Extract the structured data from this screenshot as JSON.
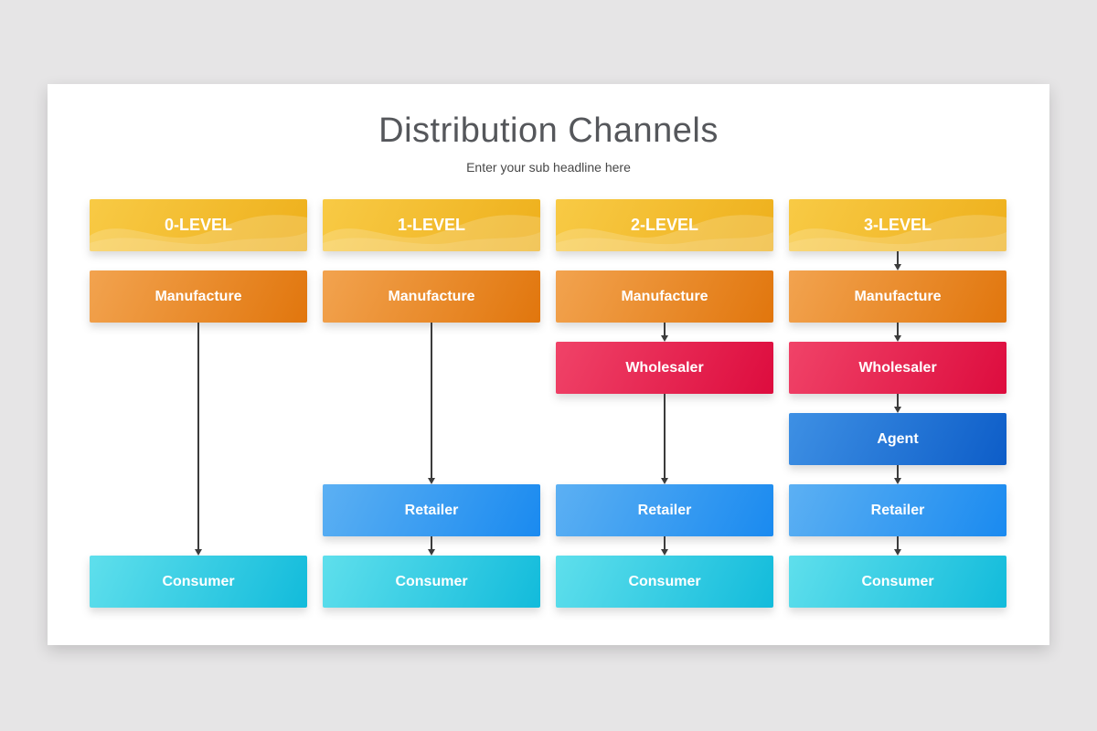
{
  "slide": {
    "title": "Distribution Channels",
    "subtitle": "Enter your sub headline here"
  },
  "colors": {
    "background": "#e6e5e6",
    "card": "#ffffff",
    "title_text": "#55575b",
    "header_yellow_start": "#f8ca45",
    "header_yellow_end": "#eeb01c",
    "manufacture_start": "#f2a34f",
    "manufacture_end": "#e1760d",
    "wholesaler_start": "#f04368",
    "wholesaler_end": "#dd0c3e",
    "agent_start": "#3e90e4",
    "agent_end": "#0d5dc8",
    "retailer_start": "#5cb0f3",
    "retailer_end": "#1a8af0",
    "consumer_start": "#5fdfec",
    "consumer_end": "#12bbdb",
    "arrow": "#3c3c3c",
    "box_text": "#ffffff"
  },
  "columns": [
    {
      "header": "0-LEVEL",
      "nodes": [
        {
          "id": "manufacture",
          "label": "Manufacture"
        },
        {
          "id": "consumer",
          "label": "Consumer"
        }
      ]
    },
    {
      "header": "1-LEVEL",
      "nodes": [
        {
          "id": "manufacture",
          "label": "Manufacture"
        },
        {
          "id": "retailer",
          "label": "Retailer"
        },
        {
          "id": "consumer",
          "label": "Consumer"
        }
      ]
    },
    {
      "header": "2-LEVEL",
      "nodes": [
        {
          "id": "manufacture",
          "label": "Manufacture"
        },
        {
          "id": "wholesaler",
          "label": "Wholesaler"
        },
        {
          "id": "retailer",
          "label": "Retailer"
        },
        {
          "id": "consumer",
          "label": "Consumer"
        }
      ]
    },
    {
      "header": "3-LEVEL",
      "nodes": [
        {
          "id": "manufacture",
          "label": "Manufacture"
        },
        {
          "id": "wholesaler",
          "label": "Wholesaler"
        },
        {
          "id": "agent",
          "label": "Agent"
        },
        {
          "id": "retailer",
          "label": "Retailer"
        },
        {
          "id": "consumer",
          "label": "Consumer"
        }
      ]
    }
  ]
}
